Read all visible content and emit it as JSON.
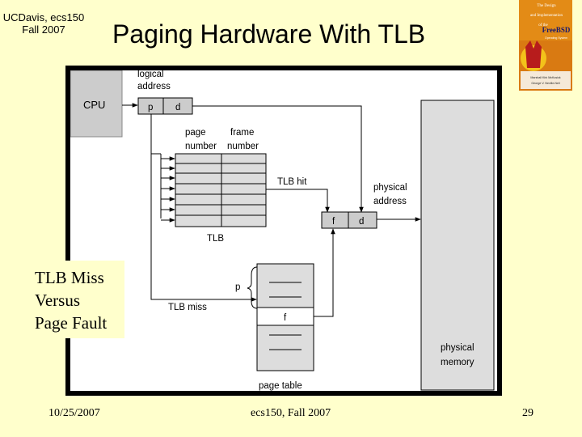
{
  "header": {
    "course_line1": "UCDavis, ecs150",
    "course_line2": "Fall 2007",
    "title": "Paging Hardware With TLB"
  },
  "book_cover": {
    "text_line1": "The Design",
    "text_line2": "and Implementation",
    "text_line3": "of the",
    "text_line4": "FreeBSD",
    "text_line5": "Operating System",
    "authors_line1": "Marshall Kirk McKusick",
    "authors_line2": "George V. Neville-Neil"
  },
  "diagram": {
    "cpu": "CPU",
    "logical_address_line1": "logical",
    "logical_address_line2": "address",
    "p": "p",
    "d": "d",
    "page_number_line1": "page",
    "page_number_line2": "number",
    "frame_number_line1": "frame",
    "frame_number_line2": "number",
    "tlb_hit": "TLB hit",
    "physical_address_line1": "physical",
    "physical_address_line2": "address",
    "f": "f",
    "tlb": "TLB",
    "p_table": "p",
    "tlb_miss": "TLB miss",
    "f_table": "f",
    "page_table": "page table",
    "physical_memory_line1": "physical",
    "physical_memory_line2": "memory"
  },
  "callout": {
    "line1": "TLB Miss",
    "line2": "Versus",
    "line3": "Page Fault"
  },
  "footer": {
    "date": "10/25/2007",
    "center": "ecs150, Fall 2007",
    "page_number": "29"
  }
}
